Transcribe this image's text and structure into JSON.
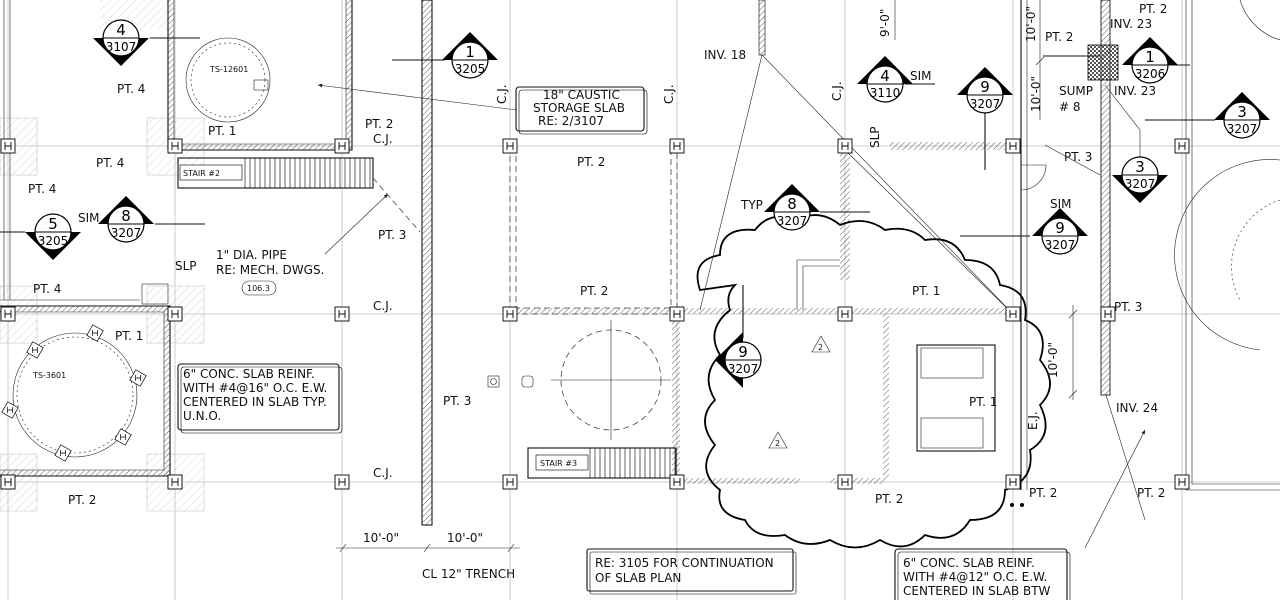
{
  "drawing": {
    "labels": {
      "pt4_a": "PT. 4",
      "pt4_b": "PT. 4",
      "pt4_c": "PT. 4",
      "pt4_d": "PT. 4",
      "pt1_a": "PT. 1",
      "pt1_b": "PT. 1",
      "pt1_c": "PT. 1",
      "pt1_d": "PT. 1",
      "pt2_a": "PT. 2",
      "pt2_b": "PT. 2",
      "pt2_c": "PT. 2",
      "pt2_d": "PT. 2",
      "pt2_e": "PT. 2",
      "pt2_f": "PT. 2",
      "pt2_g": "PT. 2",
      "pt2_h": "PT. 2",
      "pt3_a": "PT. 3",
      "pt3_b": "PT. 3",
      "pt3_c": "PT. 3",
      "pt3_d": "PT. 3",
      "cj_a": "C.J.",
      "cj_b": "C.J.",
      "cj_c": "C.J.",
      "cj_v1": "C.J.",
      "cj_v2": "C.J.",
      "cj_v3": "C.J.",
      "ej": "E.J.",
      "sim_a": "SIM",
      "sim_b": "SIM",
      "sim_c": "SIM",
      "typ": "TYP",
      "slp_a": "SLP",
      "slp_b": "SLP",
      "inv18": "INV. 18",
      "inv23_a": "INV. 23",
      "inv23_b": "INV. 23",
      "inv24": "INV. 24",
      "sump_1": "SUMP",
      "sump_2": "# 8",
      "ts12601": "TS-12601",
      "ts3601": "TS-3601",
      "stair2": "STAIR #2",
      "stair3": "STAIR #3",
      "pipe_1": "1\" DIA. PIPE",
      "pipe_2": "RE: MECH. DWGS.",
      "pipe_tag": "106.3",
      "trench": "CL 12\" TRENCH",
      "dim_10a": "10'-0\"",
      "dim_10b": "10'-0\"",
      "dim_10c": "10'-0\"",
      "dim_10d": "10'-0\"",
      "dim_9": "9'-0\"",
      "dim_10e": "10'-0\"",
      "rev_a": "2",
      "rev_b": "2"
    },
    "notes": {
      "caustic_1": "18\" CAUSTIC",
      "caustic_2": "STORAGE SLAB",
      "caustic_3": "RE: 2/3107",
      "slab6_1": "6\" CONC. SLAB REINF.",
      "slab6_2": "WITH #4@16\" O.C. E.W.",
      "slab6_3": "CENTERED IN SLAB TYP.",
      "slab6_4": "U.N.O.",
      "cont_1": "RE: 3105 FOR CONTINUATION",
      "cont_2": "OF SLAB PLAN",
      "slab12_1": "6\" CONC. SLAB REINF.",
      "slab12_2": "WITH #4@12\" O.C. E.W.",
      "slab12_3": "CENTERED IN SLAB BTW"
    },
    "section_tags": [
      {
        "num": "4",
        "sheet": "3107"
      },
      {
        "num": "1",
        "sheet": "3205"
      },
      {
        "num": "4",
        "sheet": "3110"
      },
      {
        "num": "9",
        "sheet": "3207"
      },
      {
        "num": "1",
        "sheet": "3206"
      },
      {
        "num": "3",
        "sheet": "3207"
      },
      {
        "num": "5",
        "sheet": "3205"
      },
      {
        "num": "8",
        "sheet": "3207"
      },
      {
        "num": "8",
        "sheet": "3207"
      },
      {
        "num": "9",
        "sheet": "3207"
      },
      {
        "num": "3",
        "sheet": "3207"
      },
      {
        "num": "9",
        "sheet": "3207"
      }
    ]
  }
}
